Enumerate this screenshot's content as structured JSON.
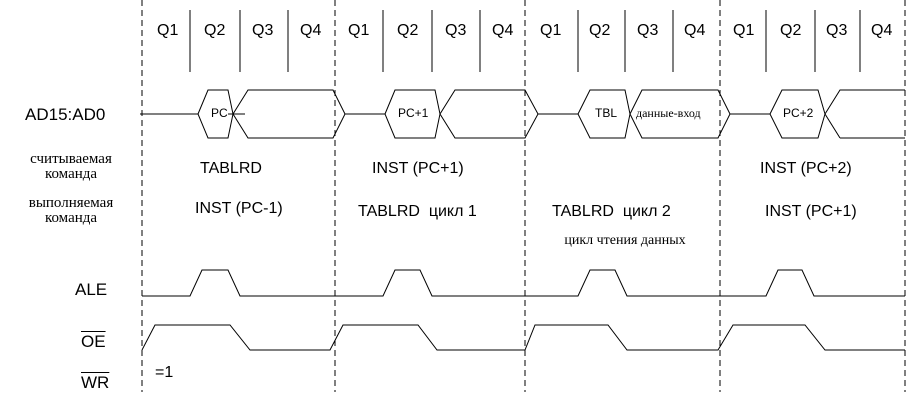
{
  "quarters": [
    "Q1",
    "Q2",
    "Q3",
    "Q4",
    "Q1",
    "Q2",
    "Q3",
    "Q4",
    "Q1",
    "Q2",
    "Q3",
    "Q4",
    "Q1",
    "Q2",
    "Q3",
    "Q4"
  ],
  "signals": {
    "ad": "AD15:AD0",
    "fetched": "считываемая команда",
    "executed": "выполняемая команда",
    "ale": "ALE",
    "oe": "OE",
    "wr": "WR",
    "wr_level": "=1"
  },
  "bus_values": [
    "PC",
    "PC+1",
    "TBL",
    "данные-вход",
    "PC+2"
  ],
  "fetched_row": [
    "TABLRD",
    "INST (PC+1)",
    "",
    "INST (PC+2)"
  ],
  "executed_row": [
    "INST (PC-1)",
    "TABLRD  цикл 1",
    "TABLRD  цикл 2",
    "INST (PC+1)"
  ],
  "annotation": "цикл чтения данных"
}
